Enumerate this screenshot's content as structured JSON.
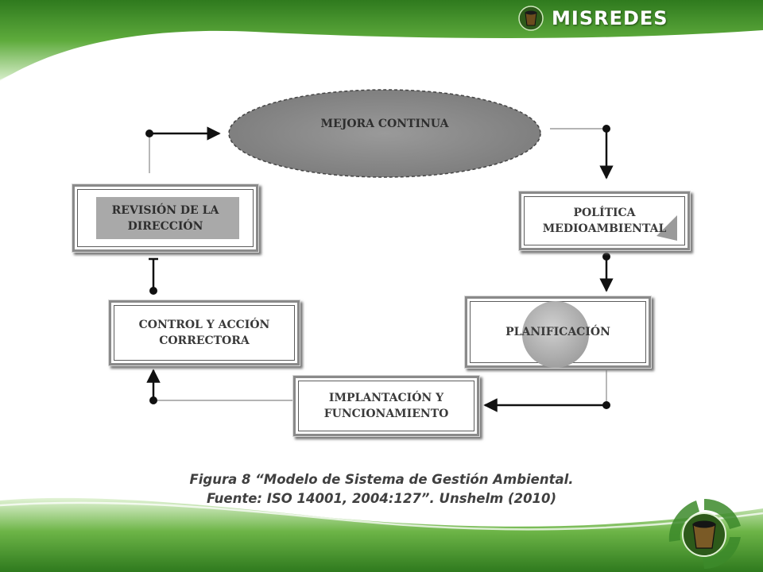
{
  "brand": {
    "name": "MISREDES",
    "logo_icon": "bucket-icon"
  },
  "diagram": {
    "center": "MEJORA CONTINUA",
    "steps": {
      "politica": "POLÍTICA\nMEDIOAMBIENTAL",
      "planificacion": "PLANIFICACIÓN",
      "implantacion": "IMPLANTACIÓN Y\nFUNCIONAMIENTO",
      "control": "CONTROL Y ACCIÓN\nCORRECTORA",
      "revision": "REVISIÓN DE LA\nDIRECCIÓN"
    }
  },
  "caption": {
    "line1": "Figura 8 “Modelo de Sistema de Gestión Ambiental.",
    "line2": "Fuente: ISO 14001, 2004:127”. Unshelm (2010)"
  },
  "colors": {
    "header_green": "#3f8f2a",
    "ellipse_gray": "#8c8c8c",
    "box_gray": "#a9a9a9",
    "text_gray": "#404040"
  }
}
